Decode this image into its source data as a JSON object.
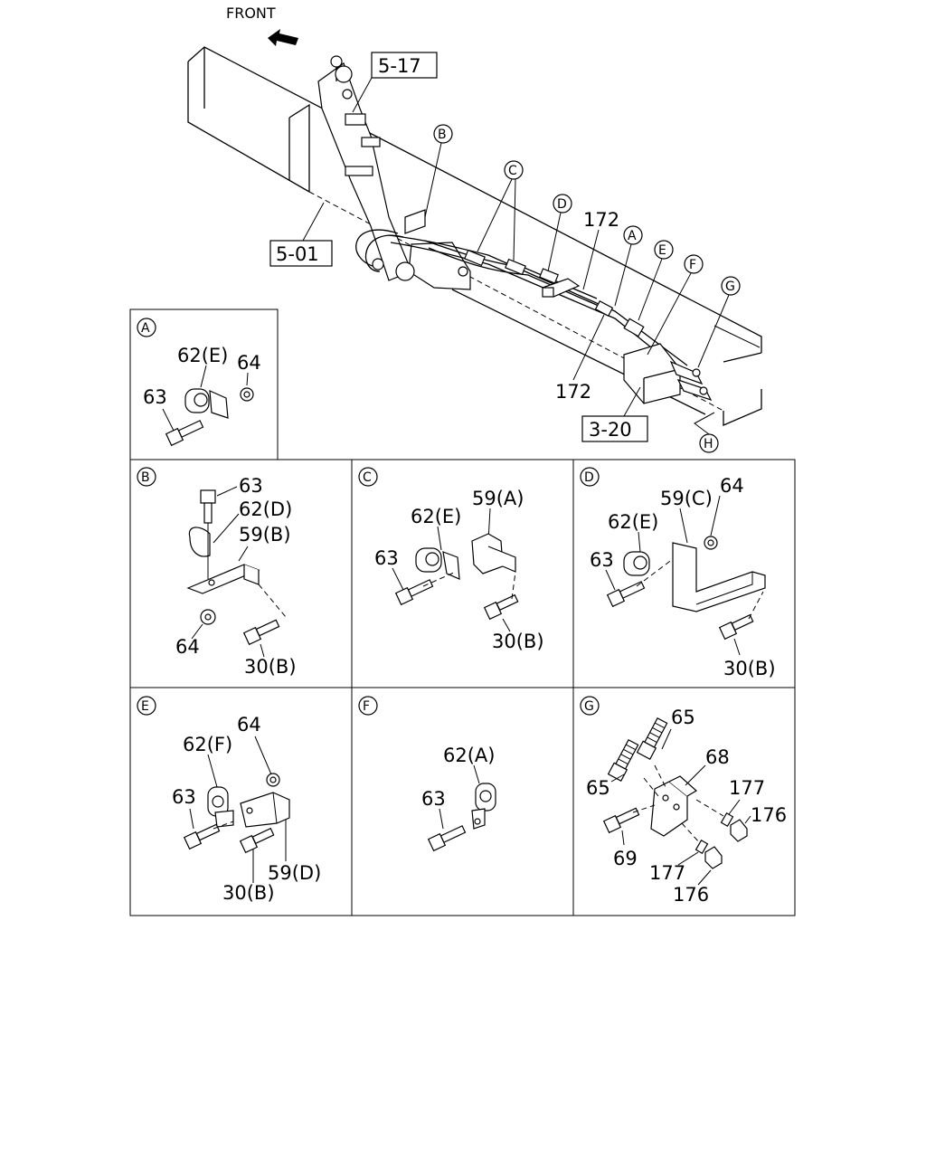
{
  "header": {
    "front_label": "FRONT"
  },
  "main_view": {
    "refs": {
      "r517": "5-17",
      "r501": "5-01",
      "r320": "3-20"
    },
    "callouts": {
      "B": "B",
      "C": "C",
      "D": "D",
      "A": "A",
      "E": "E",
      "F": "F",
      "G": "G",
      "H": "H"
    },
    "parts": {
      "p172a": "172",
      "p172b": "172"
    }
  },
  "detail_a": {
    "letter": "A",
    "labels": {
      "l64": "64",
      "l62": "62(E)",
      "l63": "63"
    }
  },
  "detail_b": {
    "letter": "B",
    "labels": {
      "l63": "63",
      "l62": "62(D)",
      "l59": "59(B)",
      "l64": "64",
      "l30": "30(B)"
    }
  },
  "detail_c": {
    "letter": "C",
    "labels": {
      "l59": "59(A)",
      "l62": "62(E)",
      "l63": "63",
      "l30": "30(B)"
    }
  },
  "detail_d": {
    "letter": "D",
    "labels": {
      "l59": "59(C)",
      "l64": "64",
      "l62": "62(E)",
      "l63": "63",
      "l30": "30(B)"
    }
  },
  "detail_e": {
    "letter": "E",
    "labels": {
      "l64": "64",
      "l62": "62(F)",
      "l63": "63",
      "l59": "59(D)",
      "l30": "30(B)"
    }
  },
  "detail_f": {
    "letter": "F",
    "labels": {
      "l62": "62(A)",
      "l63": "63"
    }
  },
  "detail_g": {
    "letter": "G",
    "labels": {
      "l65a": "65",
      "l68": "68",
      "l65b": "65",
      "l177a": "177",
      "l176a": "176",
      "l69": "69",
      "l177b": "177",
      "l176b": "176"
    }
  }
}
